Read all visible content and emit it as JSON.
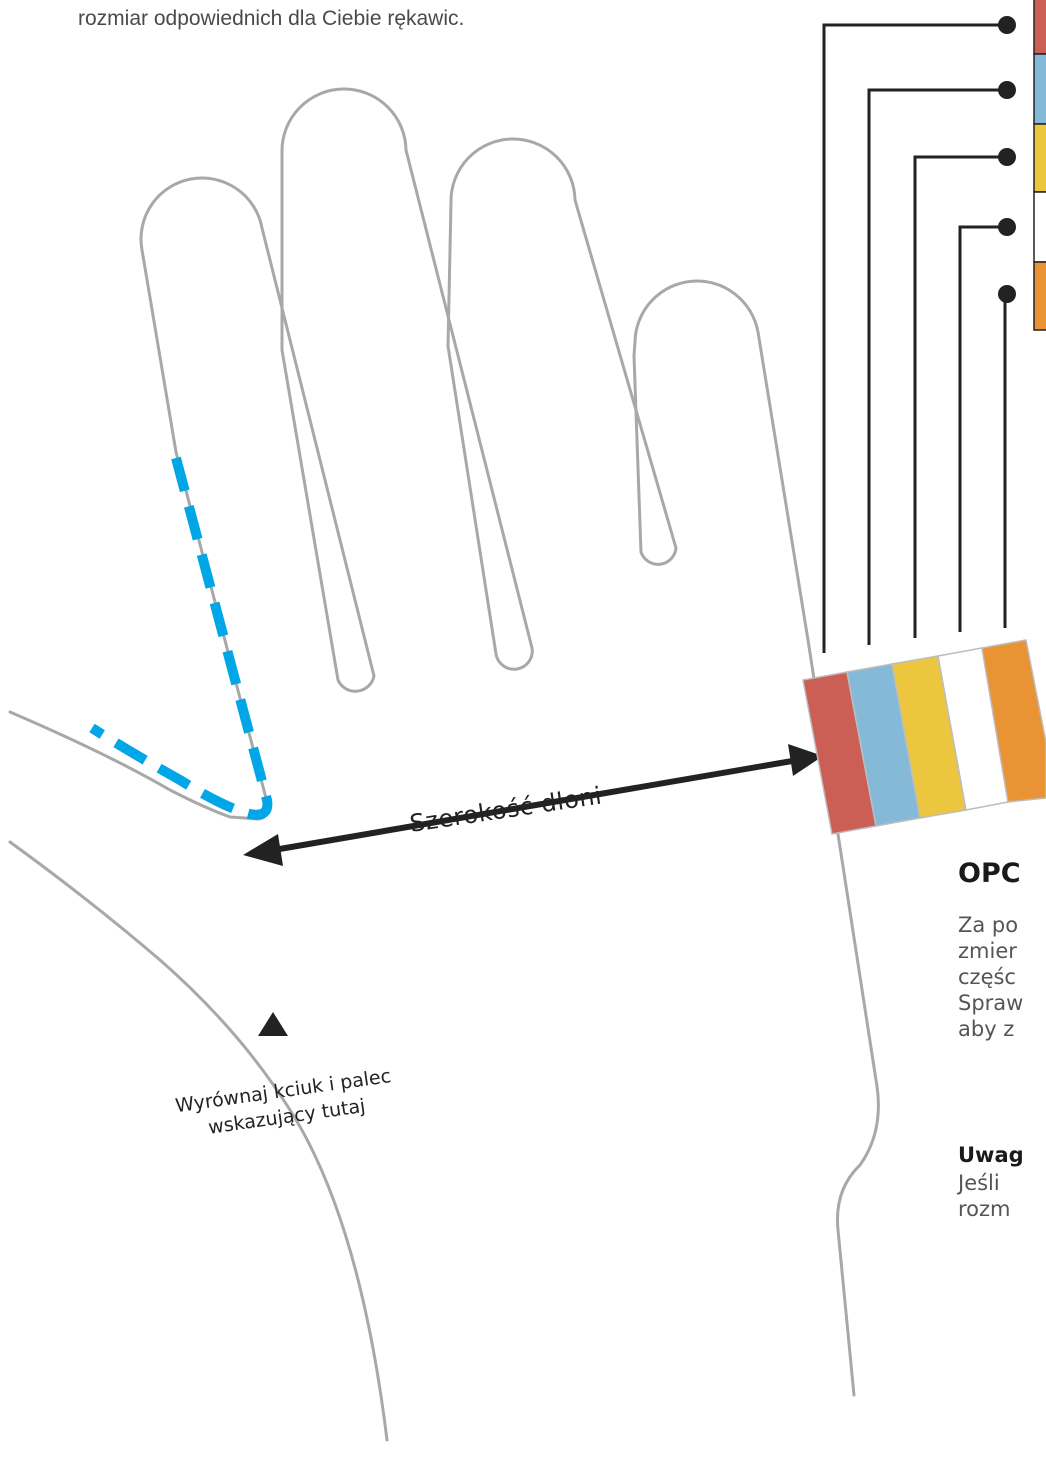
{
  "intro": {
    "text": "rozmiar odpowiednich dla Ciebie rękawic."
  },
  "diagram": {
    "palm_width_label": "Szerokość dłoni",
    "align_label_line1": "Wyrównaj kciuk i palec",
    "align_label_line2": "wskazujący tutaj"
  },
  "size_section": {
    "heading": "OPC",
    "body_lines": [
      "Za po",
      "zmier",
      "częśc",
      "Spraw",
      "aby z"
    ]
  },
  "note": {
    "heading": "Uwag",
    "body_lines": [
      "Jeśli",
      "rozm"
    ]
  },
  "colors": {
    "band_red": "#cc5f55",
    "band_blue": "#84bad8",
    "band_yellow": "#ecc63e",
    "band_white": "#ffffff",
    "band_orange": "#e99335",
    "guide_blue": "#00a6e6",
    "outline_gray": "#a8a8a8",
    "arrow_black": "#222222"
  }
}
